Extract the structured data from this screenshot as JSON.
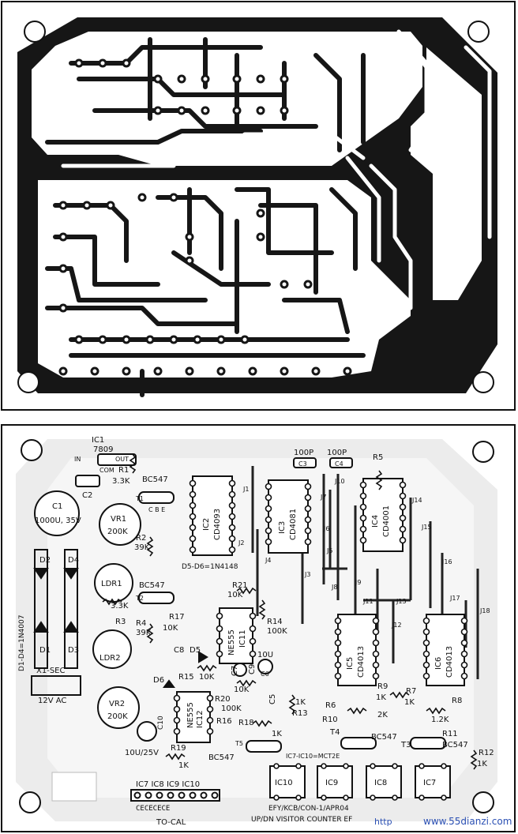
{
  "ic_labels": {
    "ic1": "IC1",
    "ic1_part": "7809",
    "ic1_in": "IN",
    "ic1_com": "COM",
    "ic1_out": "OUT",
    "ic2": "IC2",
    "ic2_part": "CD4093",
    "ic3": "IC3",
    "ic3_part": "CD4081",
    "ic4": "IC4",
    "ic4_part": "CD4001",
    "ic5": "IC5",
    "ic5_part": "CD4013",
    "ic6": "IC6",
    "ic6_part": "CD4013",
    "ic11": "IC11",
    "ic11_part": "NE555",
    "ic12": "IC12",
    "ic12_part": "NE555",
    "ic7": "IC7",
    "ic8": "IC8",
    "ic9": "IC9",
    "ic10": "IC10"
  },
  "components": {
    "c1": "C1",
    "c1_val": "1000U, 35V",
    "c2": "C2",
    "c3": "C3",
    "c4": "C4",
    "c3_val": "100P",
    "c4_val": "100P",
    "c5": "C5",
    "c6": "C6",
    "c6_val": "10U",
    "c7": "C7",
    "c8": "C8",
    "c9": "C9",
    "c10": "C10",
    "c10_val": "10U/25V",
    "r1": "R1",
    "r1_val": "3.3K",
    "r2": "R2",
    "r2_val": "39K",
    "r3": "R3",
    "r3_val": "3.3K",
    "r4": "R4",
    "r4_val": "39K",
    "r5": "R5",
    "r6": "R6",
    "r7": "R7",
    "r8": "R8",
    "r9": "R9",
    "r9_val": "1K",
    "r10": "R10",
    "r10_val": "2K",
    "r11": "R11",
    "r11_val": "1.2K",
    "r12": "R12",
    "r12_val": "1K",
    "r13": "R13",
    "r13_val": "1K",
    "r14": "R14",
    "r14_val": "100K",
    "r15": "R15",
    "r15_val": "10K",
    "r16": "R16",
    "r17": "R17",
    "r17_val": "10K",
    "r18": "R18",
    "r18_val": "1K",
    "r19": "R19",
    "r19_val": "1K",
    "r20": "R20",
    "r20_val": "100K",
    "r21": "R21",
    "r21_val": "10K",
    "r_1k_a": "1K",
    "r_10k_a": "10K",
    "vr1": "VR1",
    "vr1_val": "200K",
    "vr2": "VR2",
    "vr2_val": "200K",
    "ldr1": "LDR1",
    "ldr2": "LDR2",
    "d1": "D1",
    "d2": "D2",
    "d3": "D3",
    "d4": "D4",
    "d5": "D5",
    "d6": "D6",
    "d1d4": "D1-D4=1N4007",
    "d5d6": "D5-D6=1N4148",
    "t1": "T1",
    "t2": "T2",
    "t3": "T3",
    "t4": "T4",
    "t5": "T5",
    "bc547": "BC547",
    "cbe": "C B E",
    "x1": "X1-SEC",
    "supply": "12V  AC",
    "jumpers": [
      "J1",
      "J2",
      "J3",
      "J4",
      "J5",
      "J6",
      "J7",
      "J8",
      "J9",
      "J10",
      "J11",
      "J12",
      "J13",
      "J14",
      "J15",
      "J16",
      "J17",
      "J18"
    ]
  },
  "footer": {
    "ic_row": "IC7 IC8 IC9 IC10",
    "pins": "CECECECE",
    "to_cal": "TO-CAL",
    "board_id": "EFY/KCB/CON-1/APR04",
    "board_title": "UP/DN VISITOR COUNTER EF",
    "optos": "IC7-IC10=MCT2E",
    "watermark_prefix": "http",
    "watermark": "www.55dianzi.com"
  }
}
